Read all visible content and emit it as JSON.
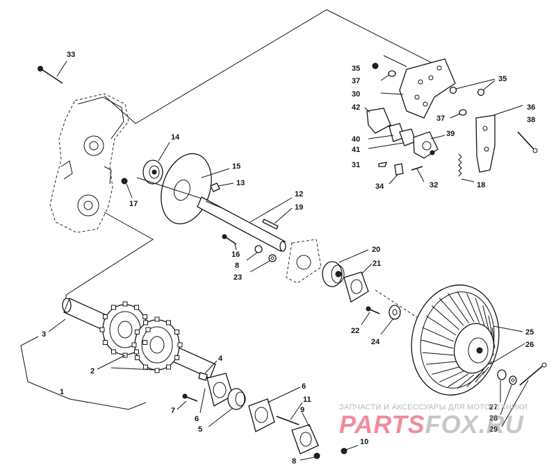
{
  "labels": [
    {
      "id": "33",
      "text": "33"
    },
    {
      "id": "14",
      "text": "14"
    },
    {
      "id": "15",
      "text": "15"
    },
    {
      "id": "13",
      "text": "13"
    },
    {
      "id": "17",
      "text": "17"
    },
    {
      "id": "12",
      "text": "12"
    },
    {
      "id": "19",
      "text": "19"
    },
    {
      "id": "16",
      "text": "16"
    },
    {
      "id": "8a",
      "text": "8"
    },
    {
      "id": "23",
      "text": "23"
    },
    {
      "id": "20",
      "text": "20"
    },
    {
      "id": "21",
      "text": "21"
    },
    {
      "id": "22",
      "text": "22"
    },
    {
      "id": "24",
      "text": "24"
    },
    {
      "id": "25",
      "text": "25"
    },
    {
      "id": "26",
      "text": "26"
    },
    {
      "id": "27",
      "text": "27"
    },
    {
      "id": "28",
      "text": "28"
    },
    {
      "id": "29",
      "text": "29"
    },
    {
      "id": "3",
      "text": "3"
    },
    {
      "id": "2",
      "text": "2"
    },
    {
      "id": "1",
      "text": "1"
    },
    {
      "id": "4",
      "text": "4"
    },
    {
      "id": "7",
      "text": "7"
    },
    {
      "id": "6a",
      "text": "6"
    },
    {
      "id": "6b",
      "text": "6"
    },
    {
      "id": "5",
      "text": "5"
    },
    {
      "id": "11",
      "text": "11"
    },
    {
      "id": "9",
      "text": "9"
    },
    {
      "id": "10",
      "text": "10"
    },
    {
      "id": "8b",
      "text": "8"
    },
    {
      "id": "35a",
      "text": "35"
    },
    {
      "id": "37a",
      "text": "37"
    },
    {
      "id": "30",
      "text": "30"
    },
    {
      "id": "35b",
      "text": "35"
    },
    {
      "id": "42",
      "text": "42"
    },
    {
      "id": "36",
      "text": "36"
    },
    {
      "id": "37b",
      "text": "37"
    },
    {
      "id": "38",
      "text": "38"
    },
    {
      "id": "40",
      "text": "40"
    },
    {
      "id": "39",
      "text": "39"
    },
    {
      "id": "41",
      "text": "41"
    },
    {
      "id": "31",
      "text": "31"
    },
    {
      "id": "34",
      "text": "34"
    },
    {
      "id": "32",
      "text": "32"
    },
    {
      "id": "18",
      "text": "18"
    }
  ],
  "watermark": {
    "tagline": "ЗАПЧАСТИ И АКСЕССУАРЫ ДЛЯ МОТОТЕХНИКИ",
    "brand_left": "PARTS",
    "brand_right": "FOX.RU",
    "color_red": "#e8304a",
    "color_gray": "#9a9a9a"
  }
}
